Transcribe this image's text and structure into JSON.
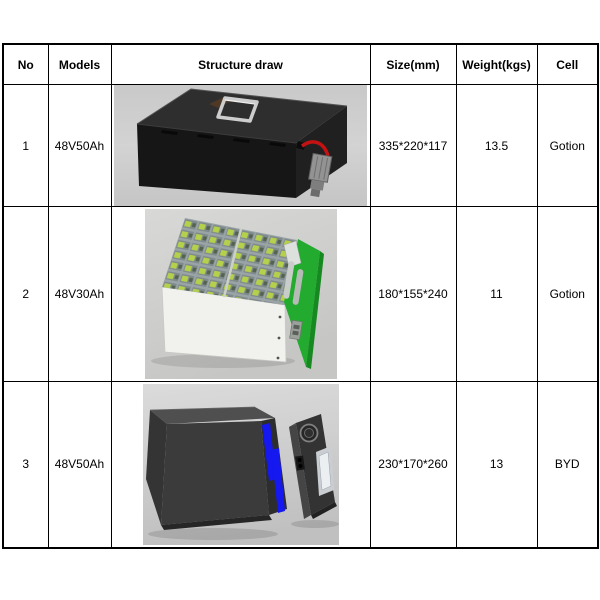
{
  "table": {
    "columns": [
      "No",
      "Models",
      "Structure draw",
      "Size(mm)",
      "Weight(kgs)",
      "Cell"
    ],
    "rows": [
      {
        "no": "1",
        "model": "48V50Ah",
        "structure_image": "black-battery-pack-with-top-handle-red-cable-and-gray-connector",
        "size": "335*220*117",
        "weight": "13.5",
        "cell": "Gotion"
      },
      {
        "no": "2",
        "model": "48V30Ah",
        "structure_image": "open-battery-module-exposed-cells-with-green-bms-board",
        "size": "180*155*240",
        "weight": "11",
        "cell": "Gotion"
      },
      {
        "no": "3",
        "model": "48V50Ah",
        "structure_image": "dark-battery-pack-blue-cells-with-detached-end-panel-and-gauge",
        "size": "230*170*260",
        "weight": "13",
        "cell": "BYD"
      }
    ],
    "colors": {
      "border": "#000000",
      "image_background": "#cdcdcd",
      "bms_board_green": "#22ab2f",
      "cell_cap_green": "#b5d14b",
      "cable_red": "#c41212",
      "cell_blue": "#1518ef"
    }
  }
}
